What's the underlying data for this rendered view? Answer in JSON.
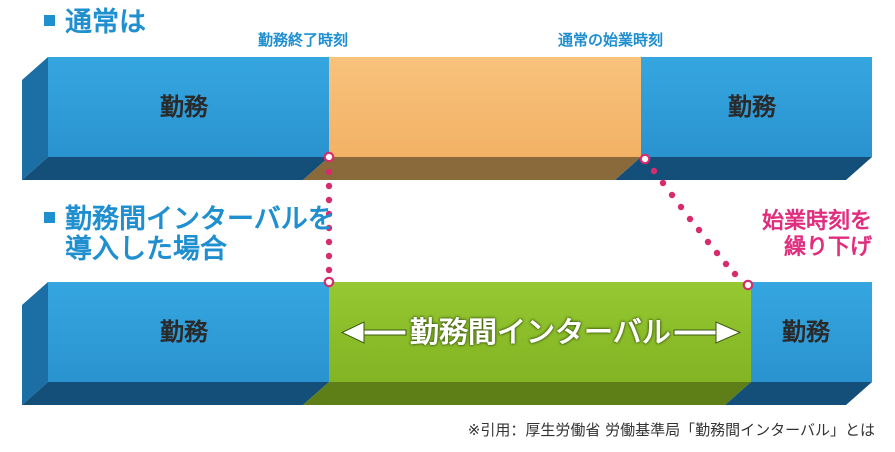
{
  "section_normal": {
    "title": "通常は"
  },
  "section_interval": {
    "title_line1": "勤務間インターバルを",
    "title_line2": "導入した場合"
  },
  "labels": {
    "work_end_time": "勤務終了時刻",
    "normal_start_time": "通常の始業時刻",
    "delay_line1": "始業時刻を",
    "delay_line2": "繰り下げ"
  },
  "blocks": {
    "top_left": "勤務",
    "top_right": "勤務",
    "bottom_left": "勤務",
    "bottom_right": "勤務",
    "interval": "勤務間インターバル"
  },
  "caption": "※引用：厚生労働省 労働基準局「勤務間インターバル」とは",
  "colors": {
    "work_face": "#2c9bd7",
    "work_side": "#1b6fa4",
    "work_bottom": "#134f78",
    "rest_face": "#f6b96f",
    "rest_bottom": "#8a6a3a",
    "interval_face": "#8dbf2a",
    "interval_bottom": "#5e7f18",
    "heading_blue": "#1f8fd0",
    "accent_pink": "#e02d7e"
  }
}
